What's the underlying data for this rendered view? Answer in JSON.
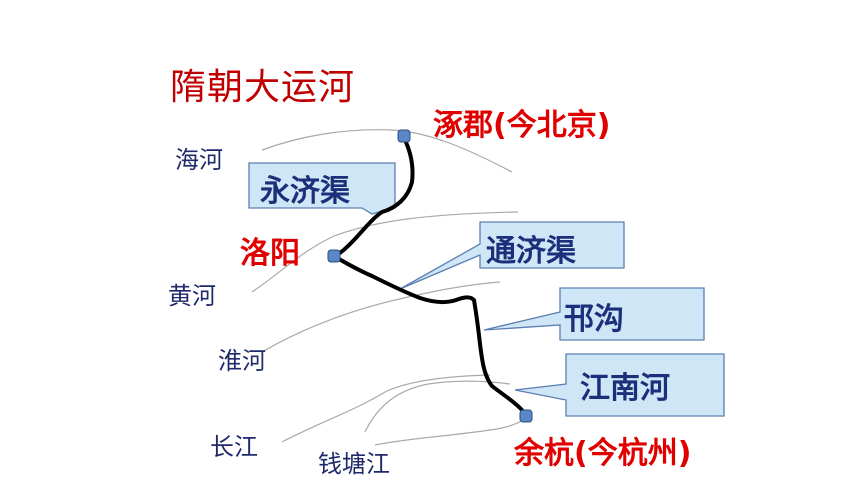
{
  "title": "隋朝大运河",
  "rivers": {
    "hai": "海河",
    "huang": "黄河",
    "huai": "淮河",
    "chang": "长江",
    "qiantang": "钱塘江"
  },
  "cities": {
    "zhuojun": "涿郡(今北京)",
    "luoyang": "洛阳",
    "yuhang": "余杭(今杭州)"
  },
  "canals": {
    "yongji": "永济渠",
    "tongji": "通济渠",
    "hangou": "邗沟",
    "jiangnan": "江南河"
  },
  "colors": {
    "city": "#e00000",
    "canal_text": "#1c2f7a",
    "callout_fill": "#cfe6f7",
    "callout_stroke": "#5b7fb1",
    "marker": "#5b87c8",
    "canal_line": "#000000"
  }
}
